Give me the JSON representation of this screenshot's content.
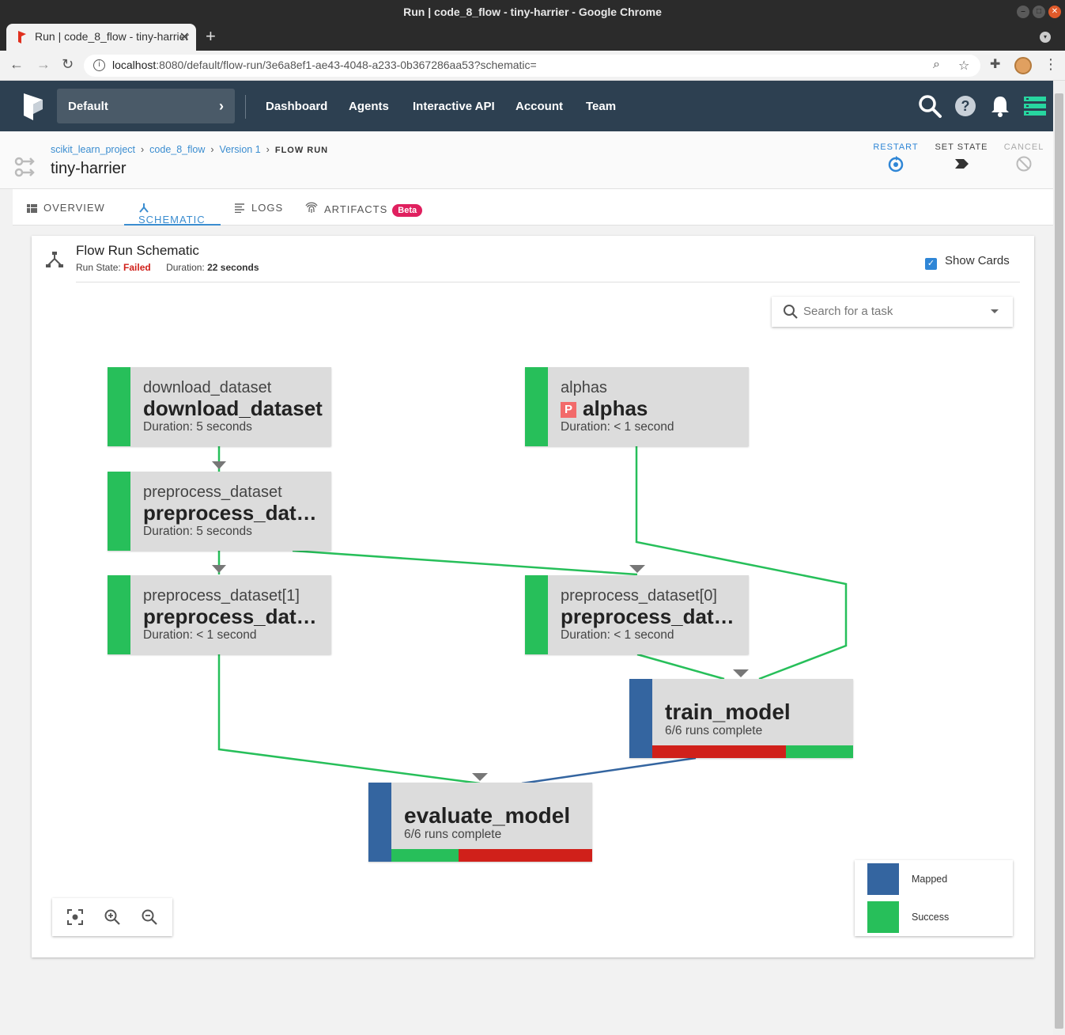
{
  "browser": {
    "window_title": "Run | code_8_flow - tiny-harrier - Google Chrome",
    "tab_title": "Run | code_8_flow - tiny-harrier",
    "url_host": "localhost",
    "url_rest": ":8080/default/flow-run/3e6a8ef1-ae43-4048-a233-0b367286aa53?schematic="
  },
  "header": {
    "team": "Default",
    "nav": [
      "Dashboard",
      "Agents",
      "Interactive API",
      "Account",
      "Team"
    ]
  },
  "page": {
    "breadcrumb": [
      "scikit_learn_project",
      "code_8_flow",
      "Version 1",
      "FLOW RUN"
    ],
    "run_name": "tiny-harrier",
    "actions": {
      "restart": "RESTART",
      "set_state": "SET STATE",
      "cancel": "CANCEL"
    }
  },
  "tabs": [
    "OVERVIEW",
    "SCHEMATIC",
    "LOGS",
    "ARTIFACTS"
  ],
  "tab_badge": "Beta",
  "schematic": {
    "title": "Flow Run Schematic",
    "run_state_label": "Run State:",
    "run_state": "Failed",
    "duration_label": "Duration:",
    "duration": "22 seconds",
    "show_cards": "Show Cards",
    "search_placeholder": "Search for a task"
  },
  "nodes": {
    "download": {
      "label": "download_dataset",
      "name": "download_dataset",
      "duration": "Duration: 5 seconds"
    },
    "alphas": {
      "label": "alphas",
      "badge": "P",
      "name": "alphas",
      "duration": "Duration: < 1 second"
    },
    "preprocess": {
      "label": "preprocess_dataset",
      "name": "preprocess_dataset",
      "duration": "Duration: 5 seconds"
    },
    "preprocess1": {
      "label": "preprocess_dataset[1]",
      "name": "preprocess_dataset",
      "duration": "Duration: < 1 second"
    },
    "preprocess0": {
      "label": "preprocess_dataset[0]",
      "name": "preprocess_dataset",
      "duration": "Duration: < 1 second"
    },
    "train": {
      "name": "train_model",
      "runs": "6/6 runs complete",
      "progress": [
        {
          "state": "failed",
          "fraction": 0.667
        },
        {
          "state": "success",
          "fraction": 0.333
        }
      ]
    },
    "evaluate": {
      "name": "evaluate_model",
      "runs": "6/6 runs complete",
      "progress": [
        {
          "state": "success",
          "fraction": 0.333
        },
        {
          "state": "failed",
          "fraction": 0.667
        }
      ]
    }
  },
  "legend": [
    {
      "label": "Mapped",
      "color": "#3465a0"
    },
    {
      "label": "Success",
      "color": "#27bf5a"
    }
  ],
  "colors": {
    "success": "#27bf5a",
    "failed": "#d0201a",
    "mapped": "#3465a0",
    "accent": "#3b8dd0"
  }
}
